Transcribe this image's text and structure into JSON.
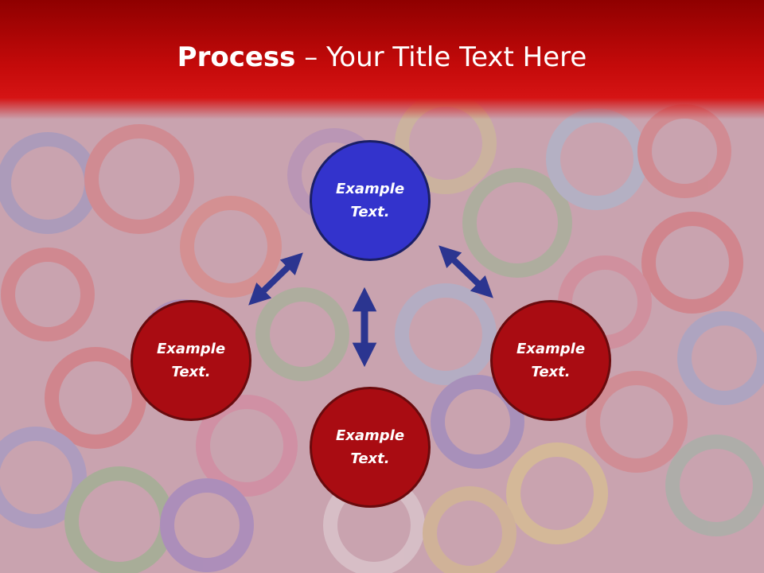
{
  "title": {
    "bold": "Process",
    "dash": " – ",
    "rest": "Your Title Text Here"
  },
  "nodes": {
    "top": {
      "label": "Example Text."
    },
    "left": {
      "label": "Example Text."
    },
    "right": {
      "label": "Example Text."
    },
    "bottom": {
      "label": "Example Text."
    }
  },
  "colors": {
    "header": "#c40a0a",
    "node_red": "#a90c12",
    "node_blue": "#3333cc",
    "arrow": "#2b3590"
  }
}
